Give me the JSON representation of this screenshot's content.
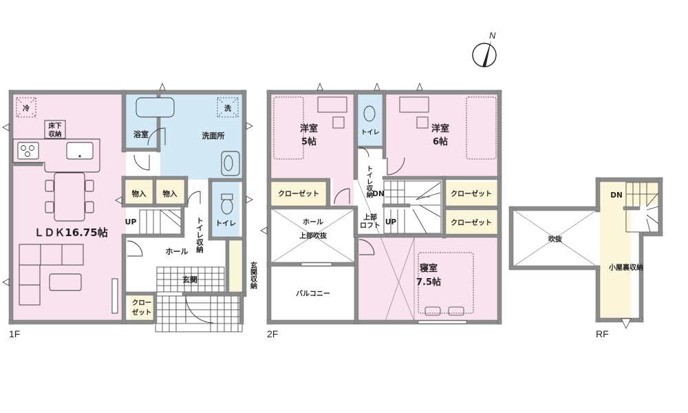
{
  "colors": {
    "wall": "#8c8c8c",
    "wall_stroke": "#6e6e6e",
    "pink": "#f9e3ee",
    "blue": "#d3e9f6",
    "yellow": "#fbf6d9",
    "white": "#ffffff",
    "line": "#333333"
  },
  "compass": {
    "label": "N"
  },
  "floors": {
    "f1": {
      "label": "1F",
      "rooms": {
        "ldk": "ＬＤＫ16.75帖",
        "underfloor_line1": "床下",
        "underfloor_line2": "収納",
        "fridge": "冷",
        "bath": "浴室",
        "washroom": "洗面所",
        "washer": "洗",
        "storage1": "物入",
        "storage2": "物入",
        "toilet": "トイレ",
        "toilet_storage": "トイレ収納",
        "hall": "ホール",
        "entrance": "玄関",
        "entrance_storage": "玄関収納",
        "closet_line1": "クロー",
        "closet_line2": "ゼット",
        "stairs_up": "UP"
      }
    },
    "f2": {
      "label": "2F",
      "rooms": {
        "western5_line1": "洋室",
        "western5_line2": "5帖",
        "western6_line1": "洋室",
        "western6_line2": "6帖",
        "toilet": "トイレ",
        "toilet_storage": "トイレ収納",
        "closet_a": "クローゼット",
        "closet_b": "クローゼット",
        "closet_c": "クローゼット",
        "hall_line1": "ホール",
        "hall_line2": "上部吹抜",
        "loft_line1": "上部",
        "loft_line2": "ロフト",
        "stairs_dn": "DN",
        "stairs_up": "UP",
        "balcony": "バルコニー",
        "bedroom_line1": "寝室",
        "bedroom_line2": "7.5帖"
      }
    },
    "rf": {
      "label": "RF",
      "rooms": {
        "void": "吹抜",
        "attic_storage": "小屋裏収納",
        "stairs_dn": "DN"
      }
    }
  }
}
